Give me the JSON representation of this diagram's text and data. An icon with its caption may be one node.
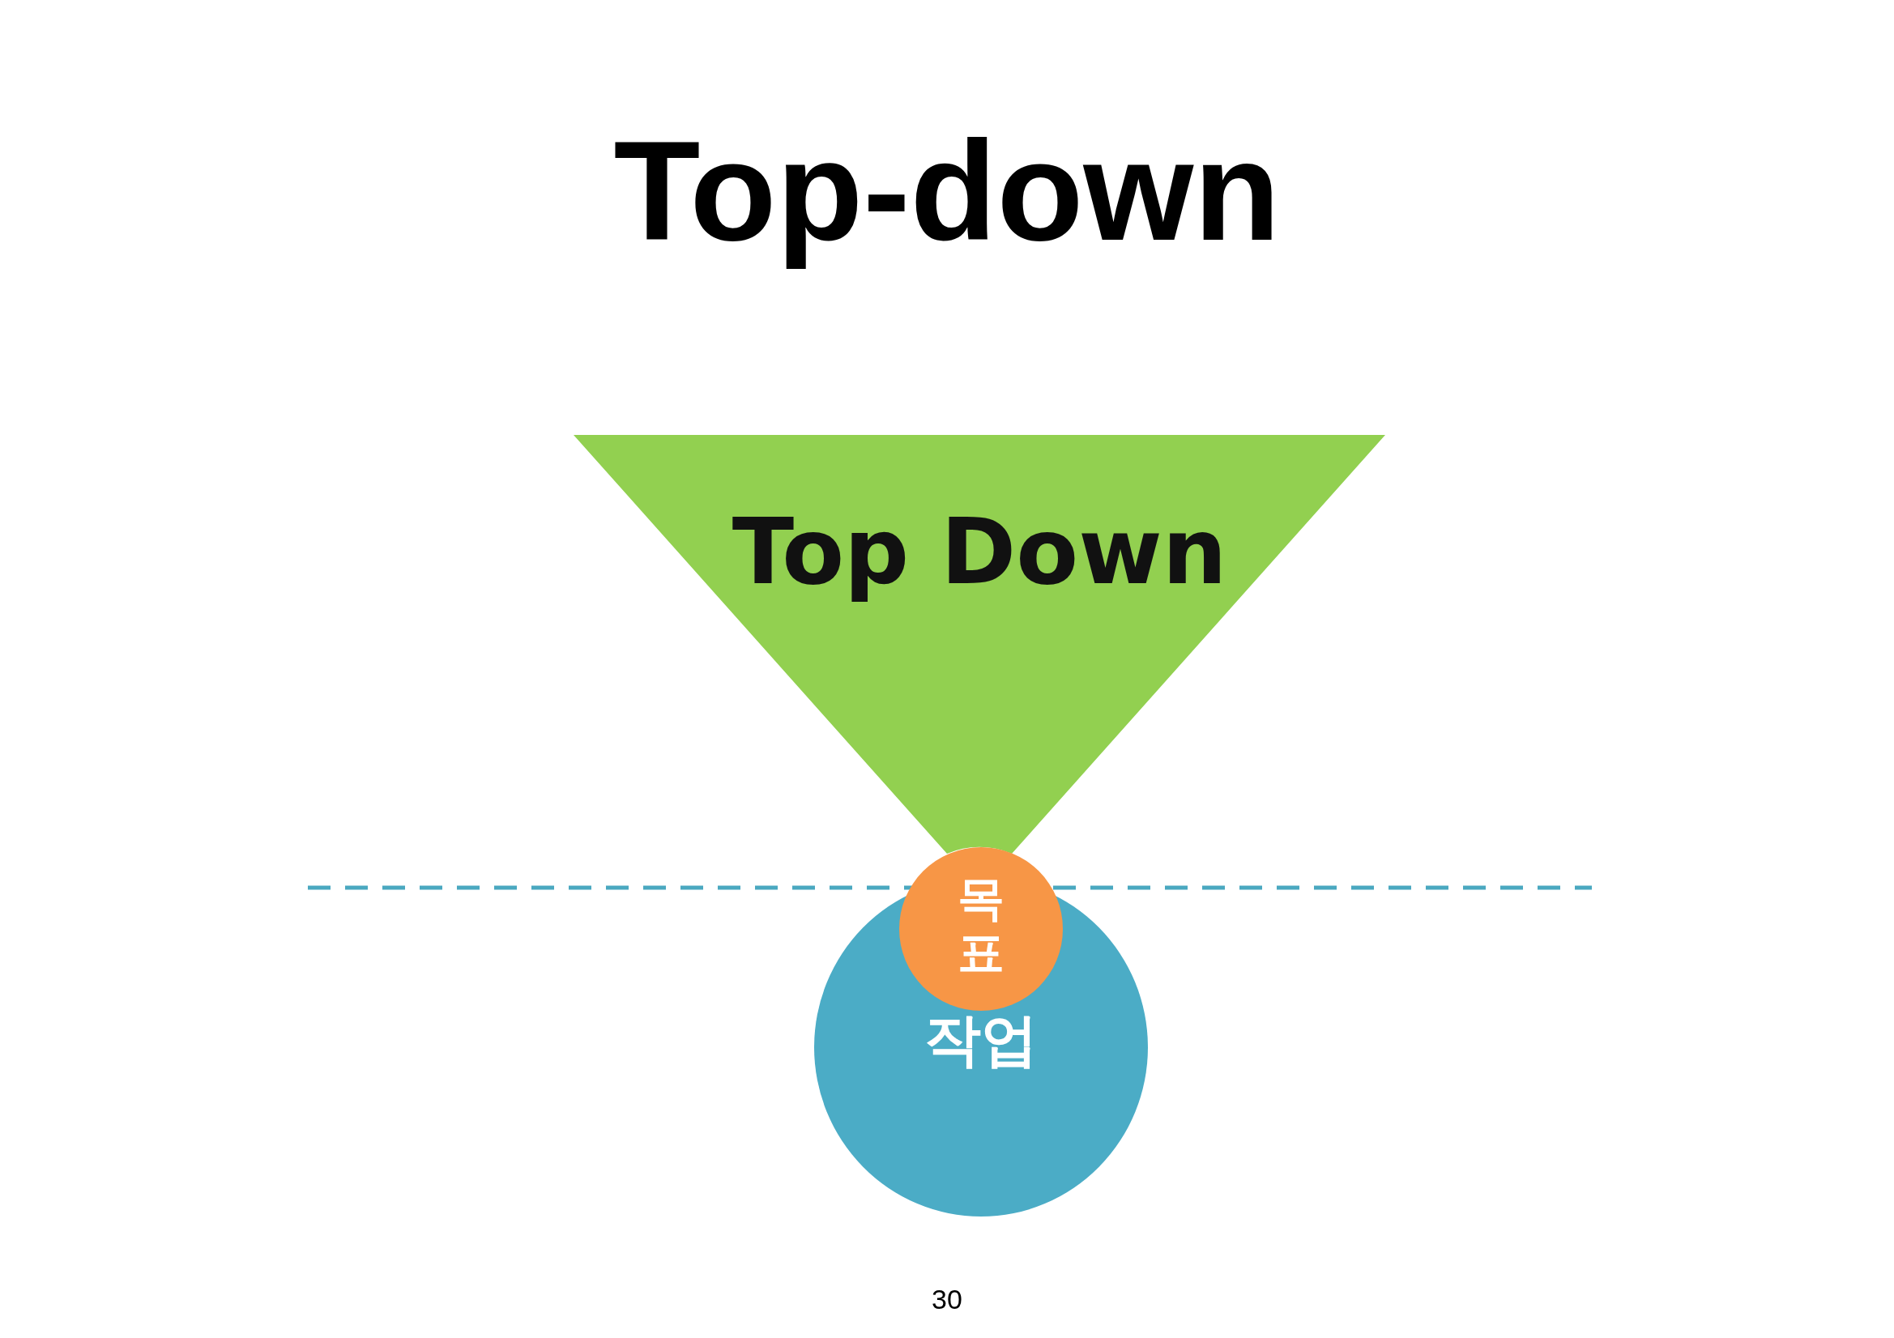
{
  "diagram": {
    "title": "Top-down",
    "nodes": [
      {
        "text": [
          "Top Down"
        ]
      },
      {
        "text": [
          "목표"
        ]
      },
      {
        "text": [
          "작업"
        ]
      }
    ],
    "labels": [
      "30"
    ]
  }
}
